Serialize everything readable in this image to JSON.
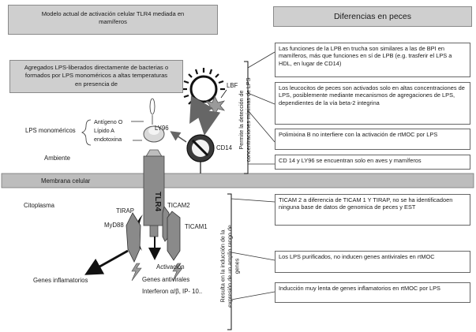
{
  "header": {
    "left_title": "Modelo actual de  activación celular TLR4 mediada en mamíferos",
    "right_title": "Diferencias en peces"
  },
  "diagram": {
    "lps_box": "Agregados LPS-liberados directamente de bacterias o formados por LPS monoméricos a altas temperaturas en presencia de",
    "lbf": "LBF",
    "ly96": "LY96",
    "cd14": "CD14",
    "lps_monomericos": "LPS monoméricos",
    "antigeno": [
      "Antígeno O",
      "Lípido A",
      "endotoxina"
    ],
    "ambiente": "Ambiente",
    "membrana": "Membrana celular",
    "tlr4": "TLR4",
    "citoplasma": "Citoplasma",
    "tirap": "TIRAP",
    "ticam2": "TICAM2",
    "myd88": "MyD88",
    "ticam1": "TICAM1",
    "activacion": "Activación",
    "genes_antivirales": "Genes antivirales",
    "interferon": "Interferon α/β,  IP- 10..",
    "genes_inflamatorios": "Genes inflamatorios",
    "bracket_top": "Permite la detección de concentraciones mínimas de LPS",
    "bracket_bottom": "Resulta en la inducción de la expresión de un amplio rango de genes"
  },
  "differences": {
    "top": [
      "Las funciones de la LPB en trucha son similares a las de BPI en mamíferos,  más que funciones en sí  de LPB (e.g. trasferir el LPS a HDL,  en lugar de CD14)",
      "Los leucocitos de peces son activados solo en altas concentraciones de LPS, posiblemente  mediante mecanismos de agregaciones de LPS,  dependientes de la vía beta-2 integrina",
      "Polimixina B no interfiere con la activación de rtMOC por LPS",
      "CD 14 y LY96 se encuentran solo en aves y mamíferos"
    ],
    "bottom": [
      "TICAM 2 a diferencia de TICAM 1 Y TIRAP, no se ha identificadoen ninguna base de datos de genomica de peces y EST",
      "Los LPS purificados, no inducen genes antivirales en rtMOC",
      "Inducción muy lenta de genes inflamatorios en rtMOC por LPS"
    ]
  },
  "colors": {
    "grey_box": "#cfcfcf",
    "membrane": "#bdbdbd",
    "receptor": "#8c8c8c"
  }
}
